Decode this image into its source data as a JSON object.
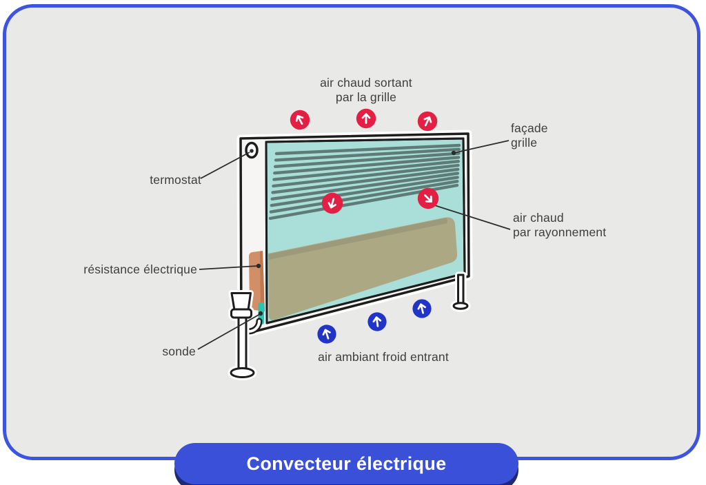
{
  "diagram": {
    "title": "Convecteur électrique",
    "labels": {
      "air_out_1": "air chaud sortant",
      "air_out_2": "par la grille",
      "facade_1": "façade",
      "facade_2": "grille",
      "thermostat": "termostat",
      "radiation_1": "air chaud",
      "radiation_2": "par rayonnement",
      "resistance": "résistance électrique",
      "probe": "sonde",
      "air_in": "air ambiant froid entrant"
    },
    "colors": {
      "frame_border": "#3C54DF",
      "card_bg": "#E9E9E7",
      "label_text": "#3E3E3E",
      "leader": "#2B2B2B",
      "outline": "#1D1D1D",
      "hot_arrow": "#E41F44",
      "cold_arrow": "#2134C8",
      "panel_white": "#F6F5F3",
      "panel_teal": "#A9DFD8",
      "slat": "#5E7B77",
      "resistance_body": "#ADA884",
      "resistance_shade": "#9D9A7B",
      "resistance_side": "#D28F67",
      "resistance_side_shade": "#BE7950",
      "probe": "#2EC3B1",
      "title_bg": "#3A50D9",
      "title_shadow": "#1E2973"
    }
  }
}
